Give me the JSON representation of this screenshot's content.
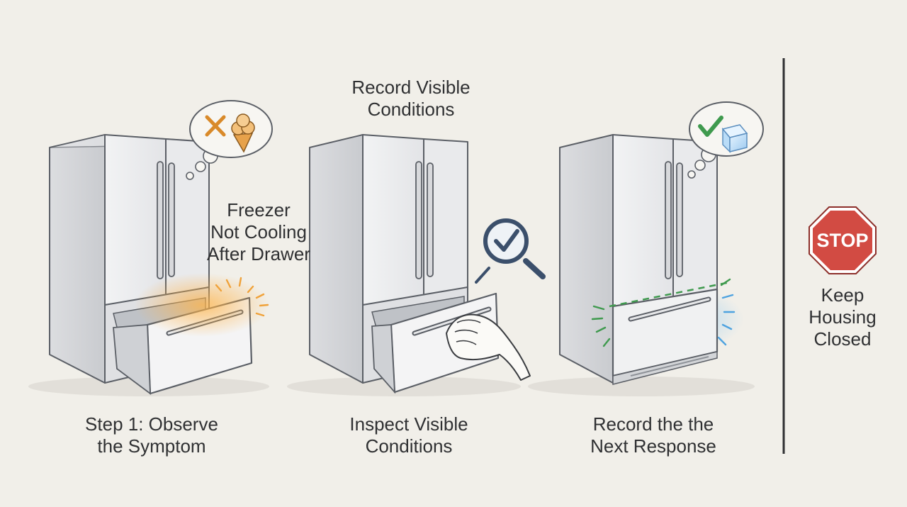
{
  "panels": [
    {
      "id": "step1",
      "top_label": [],
      "callout": [
        "Freezer",
        "Not Cooling",
        "After Drawer"
      ],
      "bottom_label": [
        "Step 1: Observe",
        "the Symptom"
      ],
      "thought_icons": [
        "cross-icon",
        "ice-cream-icon"
      ],
      "accent_color": "#f0a23a"
    },
    {
      "id": "step2",
      "top_label": [
        "Record Visible",
        "Conditions"
      ],
      "callout": [],
      "bottom_label": [
        "Inspect Visible",
        "Conditions"
      ],
      "thought_icons": [
        "magnifier-check-icon",
        "hand-icon"
      ],
      "accent_color": "#3b4f6b"
    },
    {
      "id": "step3",
      "top_label": [],
      "callout": [],
      "bottom_label": [
        "Record the the",
        "Next Response"
      ],
      "thought_icons": [
        "checkmark-icon",
        "ice-cube-icon"
      ],
      "accent_color": "#4fa3e0"
    }
  ],
  "stop_sign": {
    "text": "STOP",
    "color": "#d24b43"
  },
  "side_note": [
    "Keep",
    "Housing",
    "Closed"
  ],
  "colors": {
    "background": "#f1efe9",
    "outline": "#5b5f66",
    "check_green": "#3f9a4e",
    "cross_orange": "#d98a2a"
  }
}
